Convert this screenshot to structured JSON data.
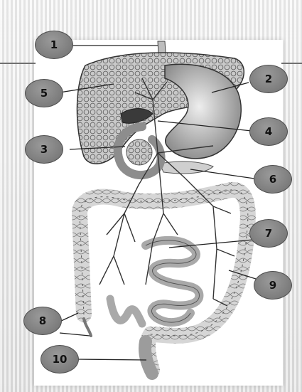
{
  "diagram": {
    "labels": [
      {
        "id": "1",
        "text": "1"
      },
      {
        "id": "2",
        "text": "2"
      },
      {
        "id": "3",
        "text": "3"
      },
      {
        "id": "4",
        "text": "4"
      },
      {
        "id": "5",
        "text": "5"
      },
      {
        "id": "6",
        "text": "6"
      },
      {
        "id": "7",
        "text": "7"
      },
      {
        "id": "8",
        "text": "8"
      },
      {
        "id": "9",
        "text": "9"
      },
      {
        "id": "10",
        "text": "10"
      }
    ]
  },
  "colors": {
    "marker_fill": "#7c7c7c",
    "marker_border": "#4f4f4f",
    "leader_line": "#222222",
    "organ_fill": "#cfcfcf",
    "vessel": "#333333"
  }
}
